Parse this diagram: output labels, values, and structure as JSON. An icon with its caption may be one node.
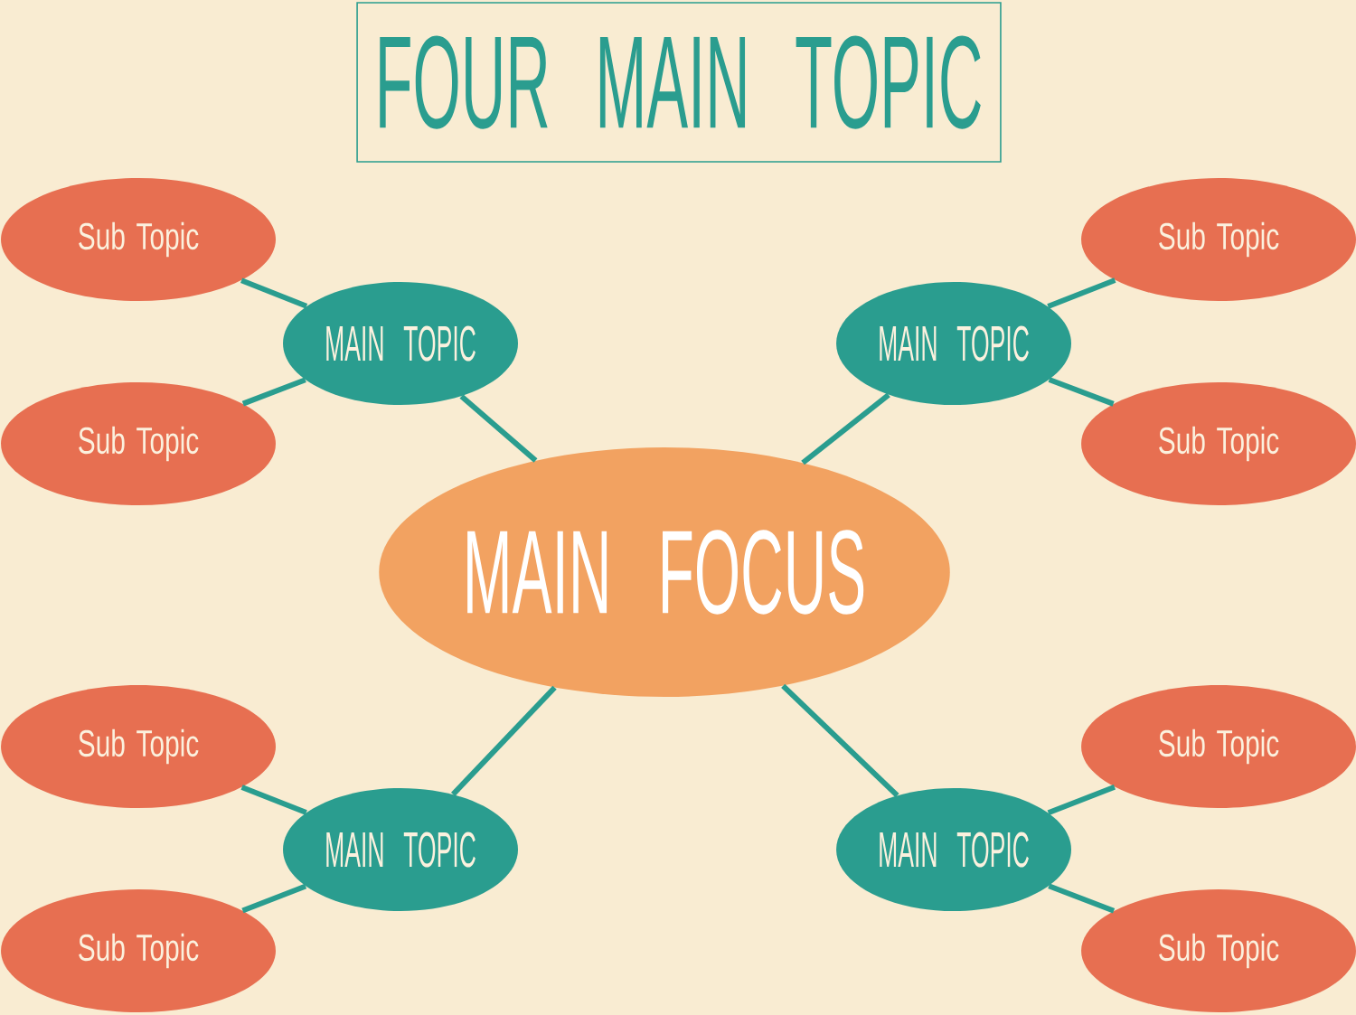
{
  "diagram": {
    "title": "FOUR MAIN TOPIC",
    "nodes": [
      {
        "text": [
          "Sub Topic"
        ]
      },
      {
        "text": [
          "Sub Topic"
        ]
      },
      {
        "text": [
          "MAIN TOPIC"
        ]
      },
      {
        "text": [
          "MAIN TOPIC"
        ]
      },
      {
        "text": [
          "Sub Topic"
        ]
      },
      {
        "text": [
          "Sub Topic"
        ]
      },
      {
        "text": [
          "MAIN FOCUS"
        ]
      },
      {
        "text": [
          "Sub Topic"
        ]
      },
      {
        "text": [
          "Sub Topic"
        ]
      },
      {
        "text": [
          "MAIN TOPIC"
        ]
      },
      {
        "text": [
          "MAIN TOPIC"
        ]
      },
      {
        "text": [
          "Sub Topic"
        ]
      },
      {
        "text": [
          "Sub Topic"
        ]
      }
    ],
    "edges": [
      {
        "from": 6,
        "to": 2,
        "arrow": "none"
      },
      {
        "from": 6,
        "to": 3,
        "arrow": "none"
      },
      {
        "from": 6,
        "to": 9,
        "arrow": "none"
      },
      {
        "from": 6,
        "to": 10,
        "arrow": "none"
      },
      {
        "from": 2,
        "to": 0,
        "arrow": "none"
      },
      {
        "from": 2,
        "to": 4,
        "arrow": "none"
      },
      {
        "from": 3,
        "to": 1,
        "arrow": "none"
      },
      {
        "from": 3,
        "to": 5,
        "arrow": "none"
      },
      {
        "from": 9,
        "to": 7,
        "arrow": "none"
      },
      {
        "from": 9,
        "to": 11,
        "arrow": "none"
      },
      {
        "from": 10,
        "to": 8,
        "arrow": "none"
      },
      {
        "from": 10,
        "to": 12,
        "arrow": "none"
      }
    ]
  }
}
